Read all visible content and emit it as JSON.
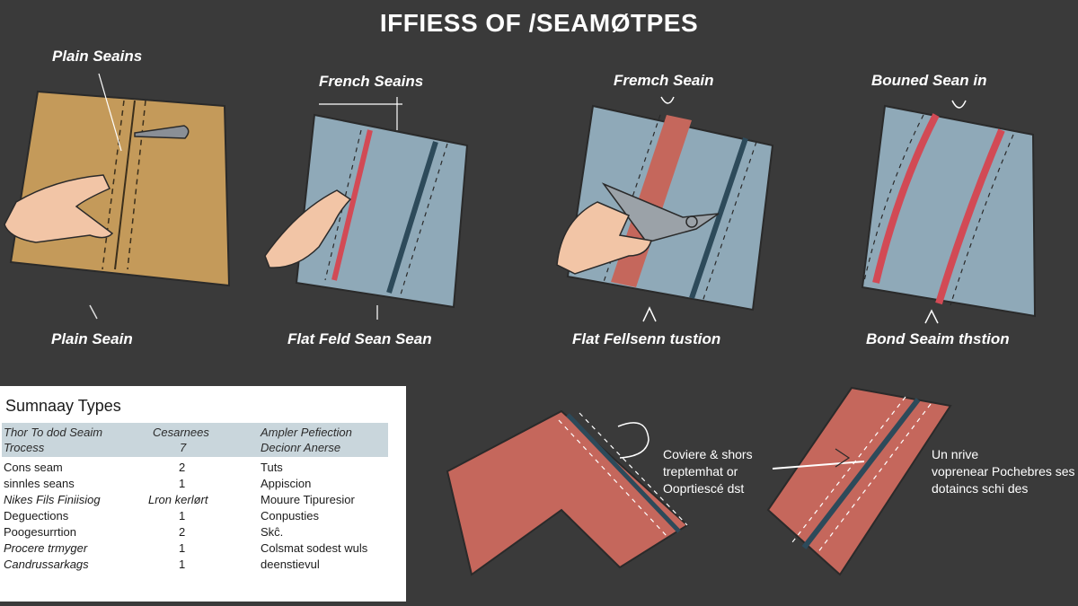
{
  "title": "IFFIESS OF /SEAMØTPES",
  "top_labels": {
    "panel1": "Plain Seains",
    "panel2": "French Seains",
    "panel3": "Fremch Seain",
    "panel4": "Bouned Sean in"
  },
  "bottom_labels": {
    "panel1": "Plain Seain",
    "panel2": "Flat Feld Sean Sean",
    "panel3": "Flat Fellsenn tustion",
    "panel4": "Bond Seaim thstion"
  },
  "notes": {
    "note1": "Coviere & shors\ntreptemhat or\nOoprtiescé dst",
    "note2": "Un nrive\nvoprenear Pochebres ses\ndotaincs schi des"
  },
  "colors": {
    "background": "#3a3a3a",
    "fabric_blue": "#8fa9b8",
    "fabric_tan": "#c49a5a",
    "fabric_red": "#c5675c",
    "seam_red": "#d24a55",
    "seam_dark": "#2d4a5a",
    "table_header": "#c9d6dc"
  },
  "summary": {
    "title": "Sumnaay Types",
    "header": {
      "col1_line1": "Thor To dod Seaim",
      "col1_line2": "Trocess",
      "col2_line1": "Cesarnees",
      "col2_line2": "7",
      "col3_line1": "Ampler Pefiection",
      "col3_line2": "Decionr Anerse"
    },
    "rows": [
      {
        "name": "Cons seam",
        "count": "2",
        "use": "Tuts"
      },
      {
        "name": "sinnles seans",
        "count": "1",
        "use": "Appiscion"
      },
      {
        "name": "Nikes Fils Finiisiog",
        "count": "Lron kerlørt",
        "use": "Mouure  Tipuresior"
      },
      {
        "name": "Deguections",
        "count": "1",
        "use": "Conpusties"
      },
      {
        "name": "Poogesurrtion",
        "count": "2",
        "use": "Skĉ."
      },
      {
        "name": "Procere trmyger",
        "count": "1",
        "use": "Colsmat sodest wuls"
      },
      {
        "name": "Candrussarkags",
        "count": "1",
        "use": "deenstievul"
      }
    ]
  }
}
